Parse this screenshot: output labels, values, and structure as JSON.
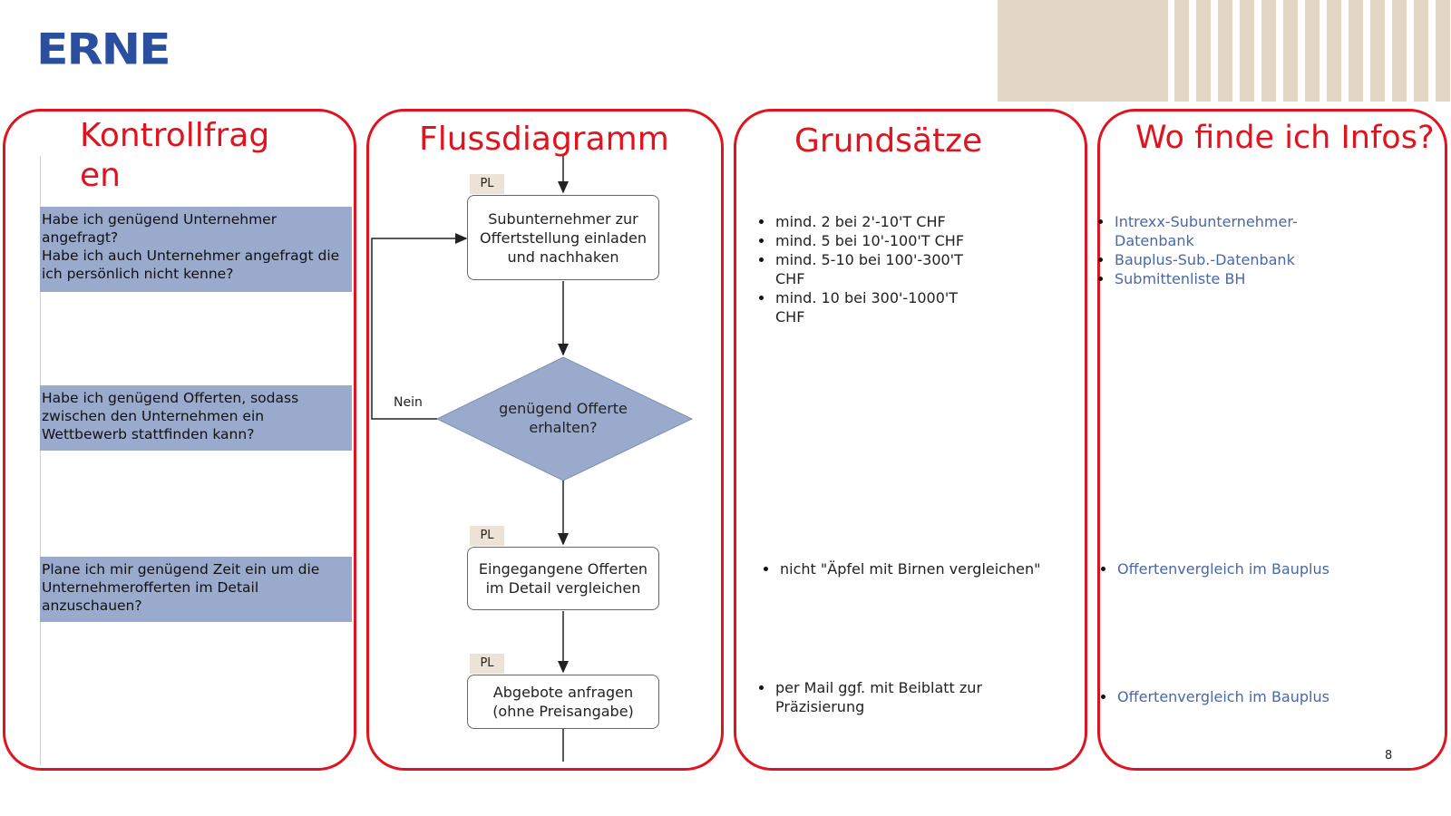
{
  "header": {
    "logo": "ERNE"
  },
  "panels": {
    "kontrollfragen": {
      "title": "Kontrollfragen",
      "questions": [
        "Habe ich genügend Unternehmer angefragt?\nHabe ich auch Unternehmer angefragt die ich persönlich nicht kenne?",
        "Habe ich genügend Offerten, sodass zwischen den Unternehmen ein Wettbewerb stattfinden kann?",
        "Plane ich mir genügend Zeit ein um die Unternehmerofferten im Detail anzuschauen?"
      ]
    },
    "flussdiagramm": {
      "title": "Flussdiagramm",
      "role_tag": "PL",
      "steps": [
        "Subunternehmer zur Offertstellung einladen und nachhaken",
        "Eingegangene Offerten im Detail vergleichen",
        "Abgebote anfragen (ohne Preisangabe)"
      ],
      "decision": "genügend Offerte erhalten?",
      "no_label": "Nein"
    },
    "grundsaetze": {
      "title": "Grundsätze",
      "group1": [
        "mind. 2 bei 2'-10'T CHF",
        "mind. 5 bei 10'-100'T CHF",
        "mind. 5-10 bei 100'-300'T CHF",
        "mind. 10 bei 300'-1000'T CHF"
      ],
      "group2": [
        "nicht \"Äpfel mit Birnen vergleichen\""
      ],
      "group3": [
        "per Mail ggf. mit Beiblatt zur Präzisierung"
      ]
    },
    "infos": {
      "title": "Wo finde ich Infos?",
      "group1": [
        "Intrexx-Subunternehmer-Datenbank",
        "Bauplus-Sub.-Datenbank",
        "Submittenliste BH"
      ],
      "group2": [
        "Offertenvergleich im Bauplus"
      ],
      "group3": [
        "Offertenvergleich im Bauplus"
      ]
    }
  },
  "page_number": "8",
  "colors": {
    "accent_red": "#e0141e",
    "logo_blue": "#2b4fa0",
    "question_fill": "#9aaacd",
    "decision_fill": "#9aaacd",
    "link_blue": "#4a67a8",
    "deco_beige": "#e4d6c5"
  }
}
